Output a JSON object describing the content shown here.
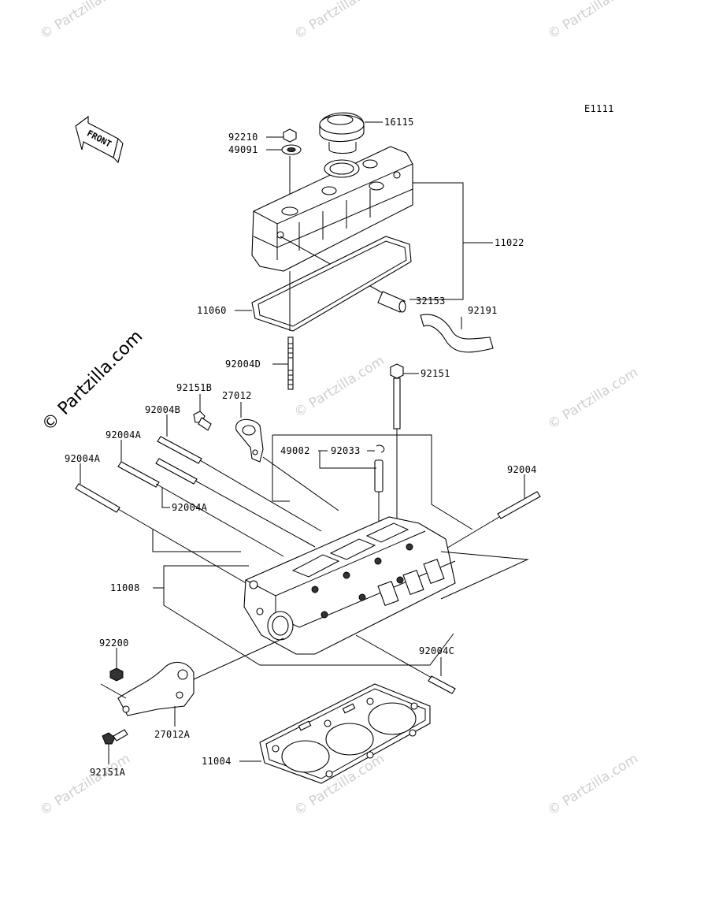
{
  "diagram_code": "E1111",
  "front_label": "FRONT",
  "watermark": {
    "main": "© Partzilla.com",
    "repeat": "© Partzilla.com"
  },
  "parts": [
    {
      "id": "p16115",
      "number": "16115"
    },
    {
      "id": "p92210",
      "number": "92210"
    },
    {
      "id": "p49091",
      "number": "49091"
    },
    {
      "id": "p11022",
      "number": "11022"
    },
    {
      "id": "p32153",
      "number": "32153"
    },
    {
      "id": "p92191",
      "number": "92191"
    },
    {
      "id": "p11060",
      "number": "11060"
    },
    {
      "id": "p92004D",
      "number": "92004D"
    },
    {
      "id": "p92151",
      "number": "92151"
    },
    {
      "id": "p92151B",
      "number": "92151B"
    },
    {
      "id": "p27012",
      "number": "27012"
    },
    {
      "id": "p92004B",
      "number": "92004B"
    },
    {
      "id": "p49002",
      "number": "49002"
    },
    {
      "id": "p92033",
      "number": "92033"
    },
    {
      "id": "p92004A_1",
      "number": "92004A"
    },
    {
      "id": "p92004A_2",
      "number": "92004A"
    },
    {
      "id": "p92004A_3",
      "number": "92004A"
    },
    {
      "id": "p92004",
      "number": "92004"
    },
    {
      "id": "p11008",
      "number": "11008"
    },
    {
      "id": "p92200",
      "number": "92200"
    },
    {
      "id": "p92004C",
      "number": "92004C"
    },
    {
      "id": "p27012A",
      "number": "27012A"
    },
    {
      "id": "p11004",
      "number": "11004"
    },
    {
      "id": "p92151A",
      "number": "92151A"
    }
  ]
}
